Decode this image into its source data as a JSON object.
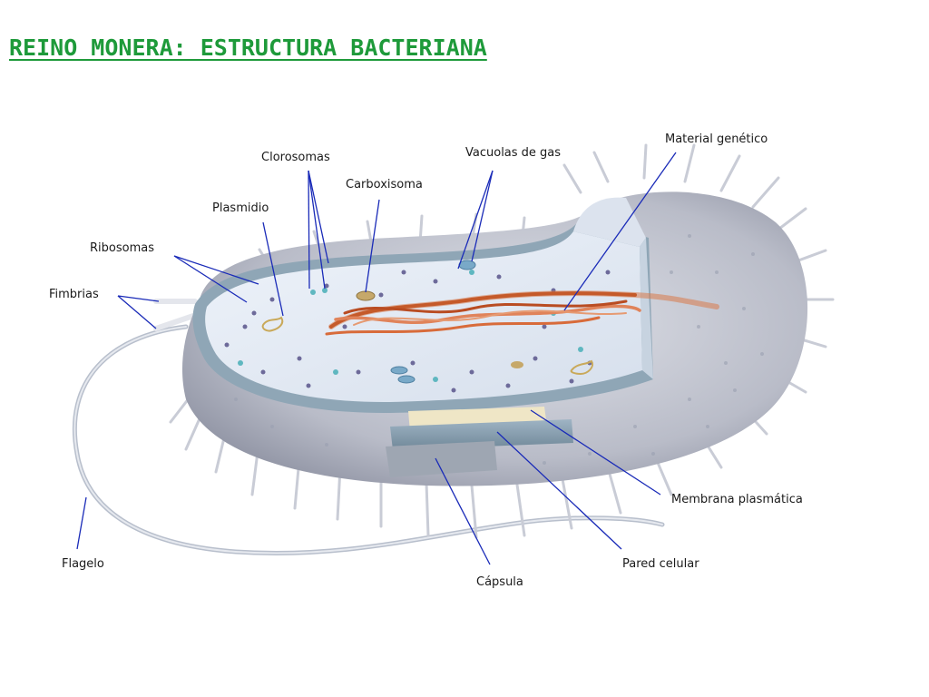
{
  "title": "REINO MONERA: ESTRUCTURA BACTERIANA",
  "title_color": "#1e9a3a",
  "leader_color": "#1a2bb8",
  "labels": {
    "material_genetico": "Material genético",
    "vacuolas_de_gas": "Vacuolas de gas",
    "clorosomas": "Clorosomas",
    "carboxisoma": "Carboxisoma",
    "plasmidio": "Plasmidio",
    "ribosomas": "Ribosomas",
    "fimbrias": "Fimbrias",
    "membrana_plasmatica": "Membrana plasmática",
    "pared_celular": "Pared celular",
    "capsula": "Cápsula",
    "flagelo": "Flagelo"
  }
}
